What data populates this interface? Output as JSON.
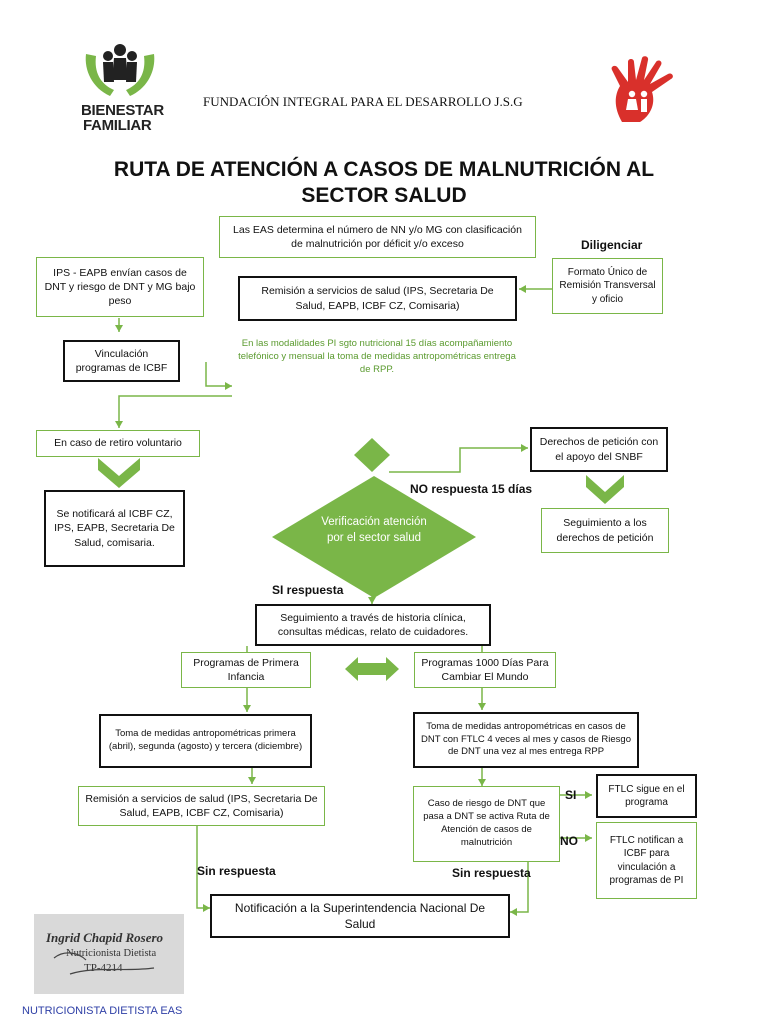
{
  "header": {
    "logo_line1": "BIENESTAR",
    "logo_line2": "FAMILIAR",
    "foundation": "FUNDACIÓN INTEGRAL PARA EL DESARROLLO J.S.G"
  },
  "title_line1": "RUTA DE ATENCIÓN A CASOS DE MALNUTRICIÓN AL",
  "title_line2": "SECTOR SALUD",
  "nodes": {
    "eas": "Las EAS determina el número de NN y/o MG con clasificación de malnutrición por déficit y/o exceso",
    "formato": "Formato Único de Remisión Transversal y oficio",
    "ips": "IPS - EAPB envían casos de DNT y riesgo de DNT y MG bajo peso",
    "remision1": "Remisión a servicios de salud (IPS, Secretaria De Salud, EAPB, ICBF CZ, Comisaria)",
    "modalidades_note": "En las modalidades PI sgto nutricional 15 días acompañamiento telefónico y mensual la toma de medidas antropométricas entrega de RPP.",
    "vinculacion": "Vinculación programas de ICBF",
    "retiro": "En caso de retiro voluntario",
    "notificara": "Se notificará al ICBF CZ, IPS, EAPB, Secretaria De Salud, comisaria.",
    "derechos": "Derechos de petición con el apoyo del SNBF",
    "seguimiento_derechos": "Seguimiento a los derechos de petición",
    "verificacion": "Verificación atención por el sector salud",
    "seguimiento_hc": "Seguimiento a través de historia clínica, consultas médicas, relato de cuidadores.",
    "primera_infancia": "Programas de Primera Infancia",
    "mil_dias": "Programas 1000 Días Para Cambiar El Mundo",
    "toma_pi": "Toma de medidas antropométricas primera (abril), segunda (agosto) y tercera (diciembre)",
    "toma_1000": "Toma de medidas antropométricas en casos de DNT con FTLC 4 veces al mes y casos de Riesgo de DNT una vez al mes entrega RPP",
    "remision2": "Remisión a servicios de salud (IPS, Secretaria De Salud, EAPB, ICBF CZ, Comisaria)",
    "caso_riesgo": "Caso de riesgo de DNT que pasa a DNT se activa Ruta de Atención de casos de malnutrición",
    "ftlc_sigue": "FTLC sigue en el programa",
    "ftlc_notifican": "FTLC notifican a ICBF para vinculación a programas de PI",
    "notificacion": "Notificación a la Superintendencia Nacional De Salud"
  },
  "labels": {
    "diligenciar": "Diligenciar",
    "no_respuesta": "NO respuesta 15 días",
    "si_respuesta": "SI respuesta",
    "sin_respuesta": "Sin respuesta",
    "si": "SI",
    "no": "NO"
  },
  "signature": {
    "name": "Ingrid Chapid Rosero",
    "role": "Nutricionista Dietista",
    "tp": "TP-4214"
  },
  "footer": "NUTRICIONISTA DIETISTA EAS",
  "colors": {
    "green": "#7ab648",
    "green_dark": "#5a9a2e",
    "red": "#d9302b",
    "footer_blue": "#2e3fa6"
  },
  "icons": {
    "logo_left": "bienestar-familiar-logo",
    "logo_right": "red-hand-children-logo"
  }
}
